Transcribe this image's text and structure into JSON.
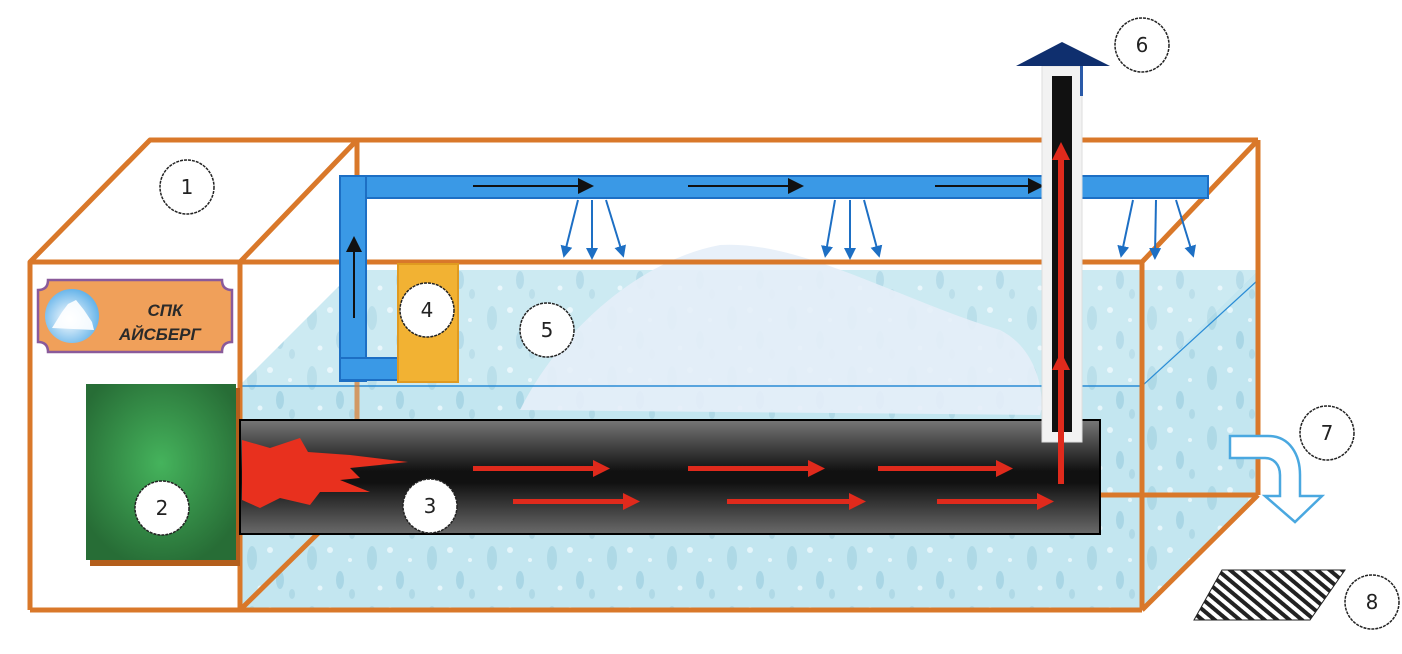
{
  "diagram": {
    "logo": {
      "line1": "СПК",
      "line2": "АЙСБЕРГ"
    },
    "labels": [
      "1",
      "2",
      "3",
      "4",
      "5",
      "6",
      "7",
      "8"
    ],
    "colors": {
      "frame": "#d9782a",
      "air_duct": "#3a99e6",
      "air_duct_border": "#1d6fc4",
      "flame": "#e8301e",
      "heat_arrow": "#e02a1c",
      "pipe_dark": "#1a1a1a",
      "pipe_light": "#6a6a6a",
      "water": "#bfe4ee",
      "boiler": "#2f8a44",
      "pump": "#f2b233",
      "chimney_cap": "#0f2f6e",
      "logo_bg": "#f0a05a",
      "logo_border": "#8a5a9a",
      "drain_arrow": "#4aa8e0"
    },
    "icons": [
      "flame-icon",
      "flow-arrow-icon",
      "drain-arrow-icon",
      "grate-icon",
      "chimney-cap-icon",
      "iceberg-logo-icon"
    ]
  }
}
